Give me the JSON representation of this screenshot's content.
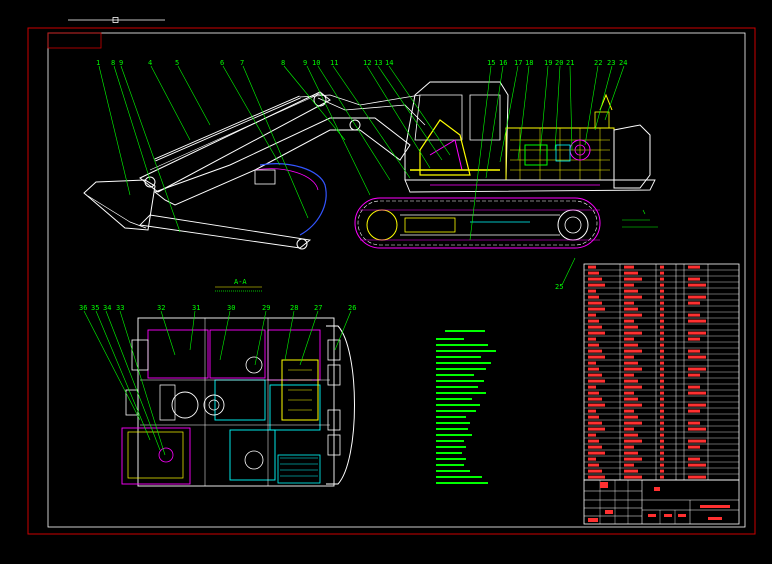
{
  "callouts_top": [
    "1",
    "8",
    "9",
    "4",
    "5",
    "6",
    "7",
    "8",
    "9",
    "10",
    "11",
    "12",
    "13",
    "14",
    "15",
    "16",
    "17",
    "18",
    "19",
    "20",
    "21",
    "22",
    "23",
    "24"
  ],
  "callouts_bottom": [
    "36",
    "35",
    "34",
    "33",
    "32",
    "31",
    "30",
    "29",
    "28",
    "27",
    "26"
  ],
  "callout_right": "25",
  "section_label": "A-A",
  "colors": {
    "background": "#000000",
    "outer_frame": "#cc0000",
    "inner_frame": "#ffffff",
    "leader": "#00ff00",
    "body": "#ffffff",
    "hydraulics": "#ff00ff",
    "engine": "#ffff00",
    "accent_cyan": "#00ffff"
  }
}
